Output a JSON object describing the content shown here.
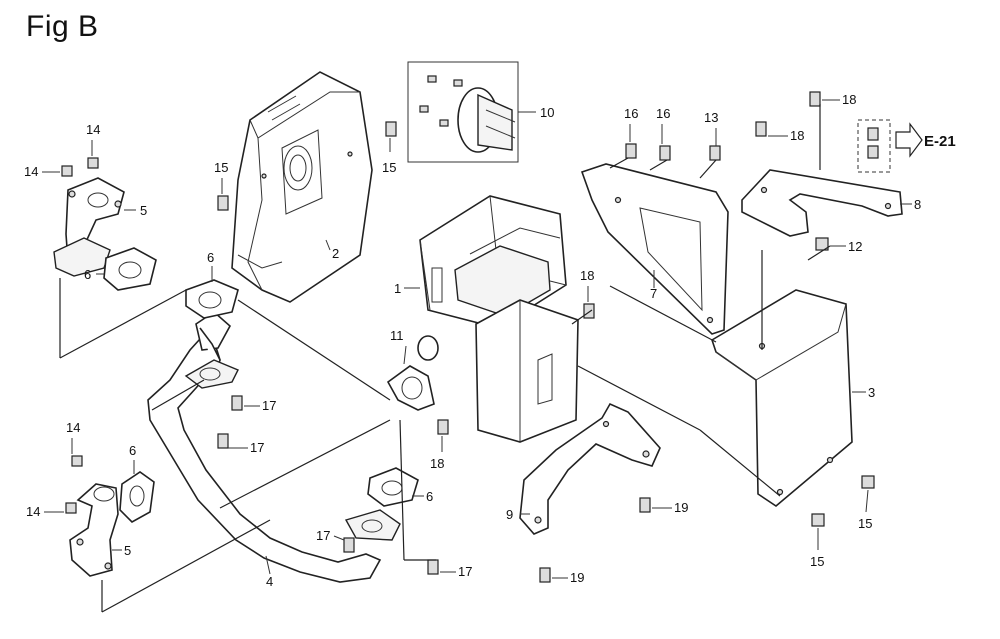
{
  "figure": {
    "title": "Fig B",
    "reference_label": "E-21"
  },
  "callouts": {
    "c1": "1",
    "c2": "2",
    "c3": "3",
    "c4": "4",
    "c5_upper": "5",
    "c5_lower": "5",
    "c6_upper_left": "6",
    "c6_upper_mid": "6",
    "c6_lower_left": "6",
    "c6_lower_mid": "6",
    "c7": "7",
    "c8": "8",
    "c9": "9",
    "c10": "10",
    "c11": "11",
    "c12": "12",
    "c13": "13",
    "c14_a": "14",
    "c14_b": "14",
    "c14_c": "14",
    "c14_d": "14",
    "c15_a": "15",
    "c15_b": "15",
    "c15_c": "15",
    "c15_d": "15",
    "c16_a": "16",
    "c16_b": "16",
    "c17_a": "17",
    "c17_b": "17",
    "c17_c": "17",
    "c17_d": "17",
    "c18_a": "18",
    "c18_b": "18",
    "c18_c": "18",
    "c18_d": "18",
    "c19_a": "19",
    "c19_b": "19"
  }
}
